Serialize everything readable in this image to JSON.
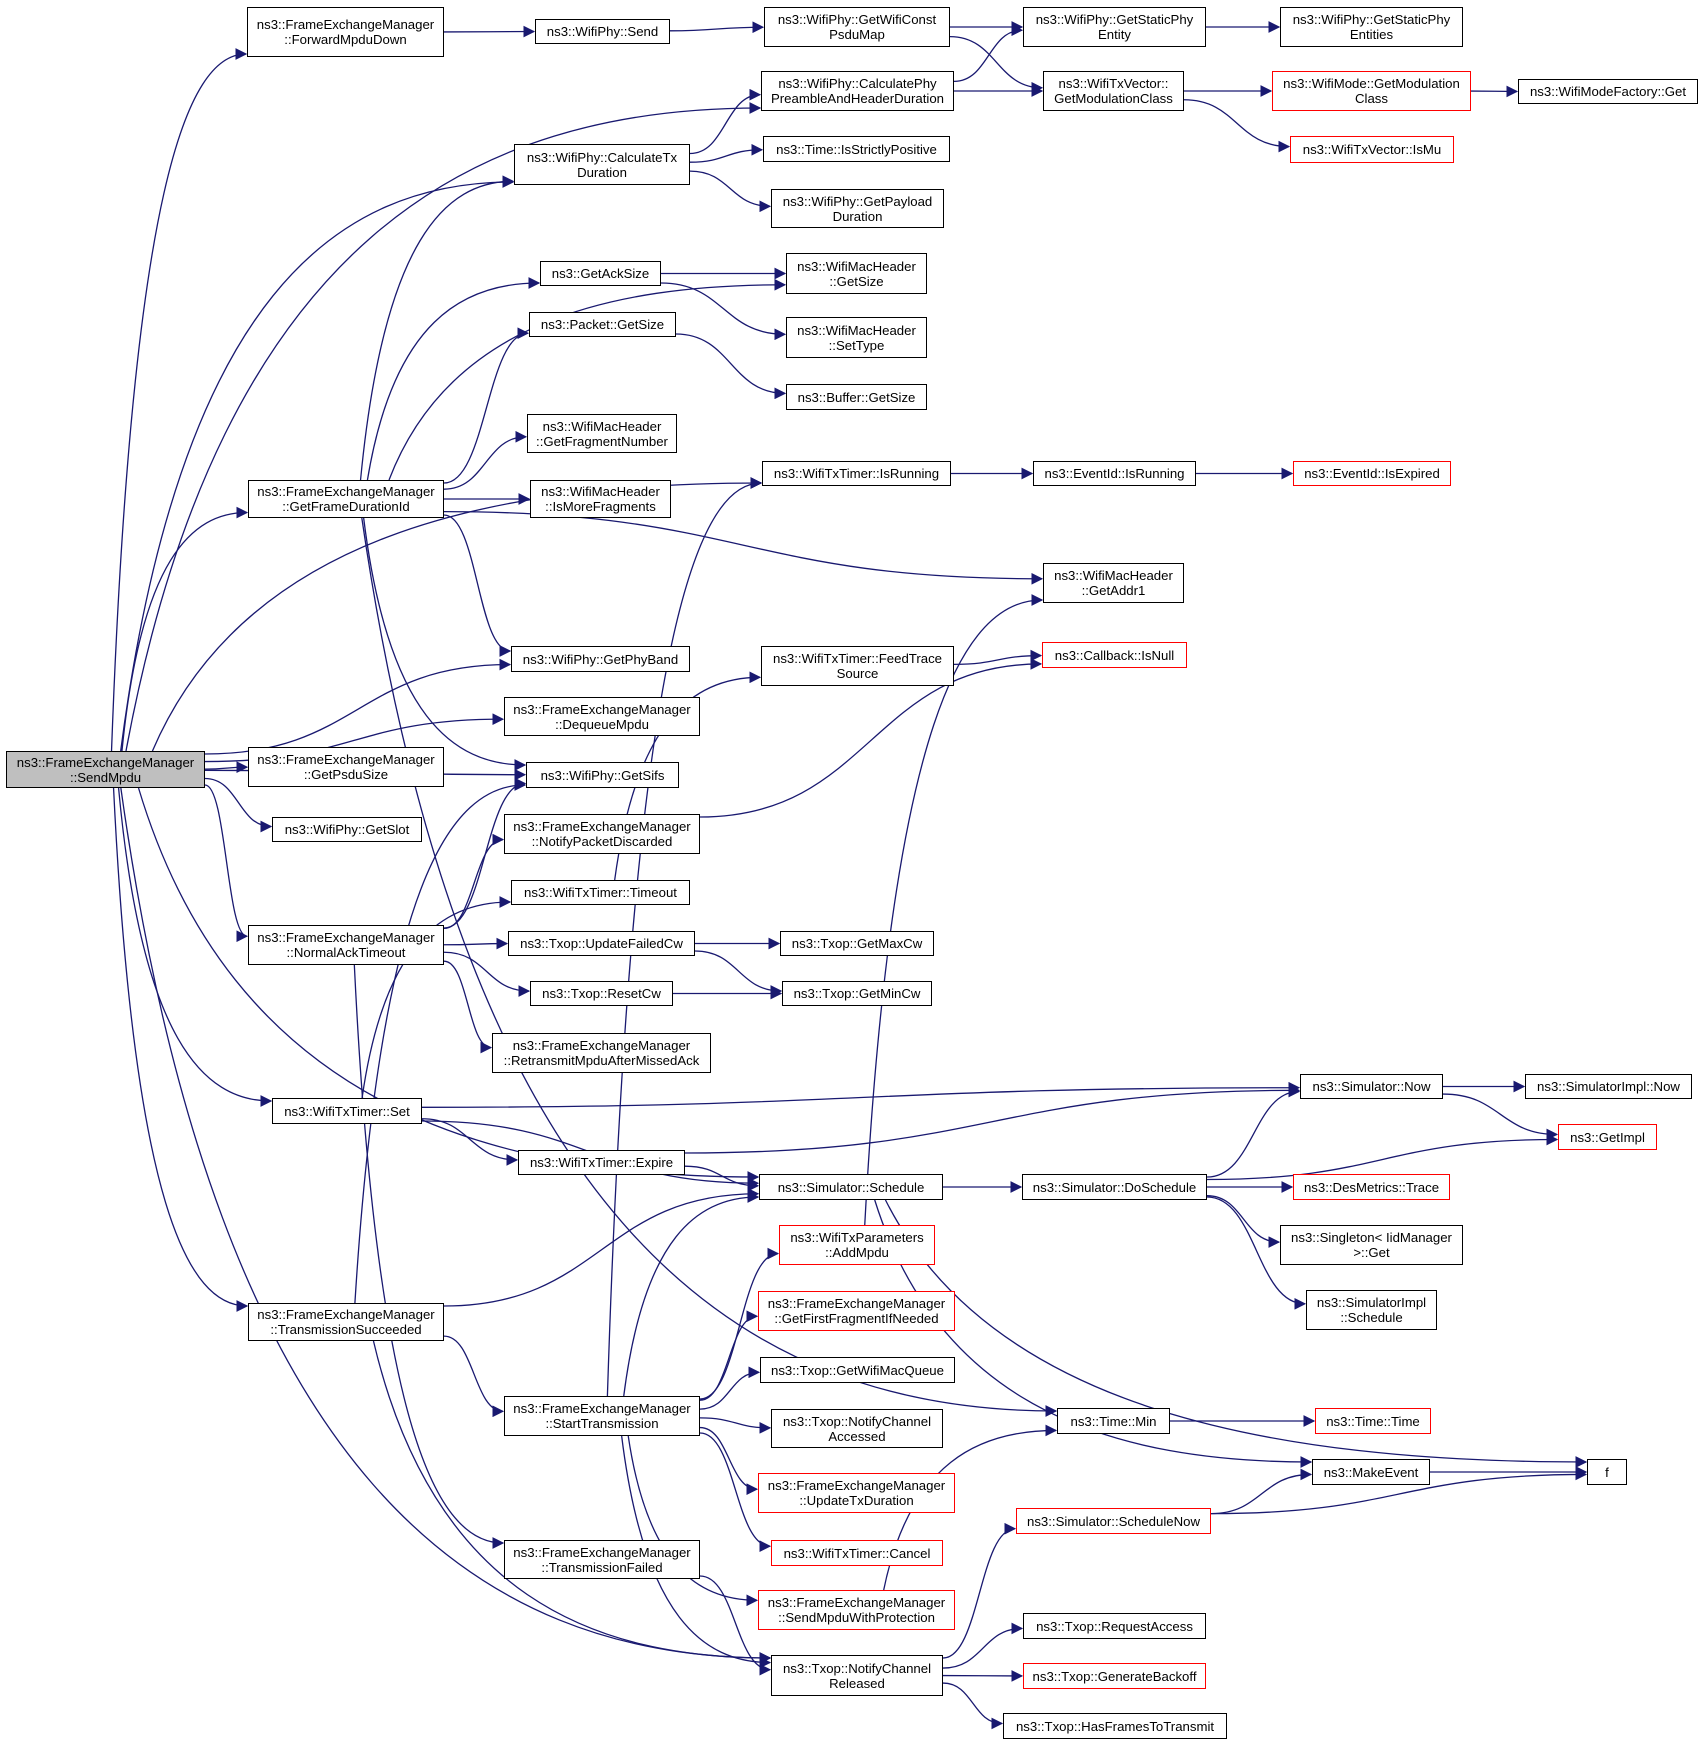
{
  "title": "ns3::FrameExchangeManager::SendMpdu call graph",
  "colors": {
    "edge": "#191970",
    "node_border": "#000000",
    "external_border": "#ff0000",
    "root_fill": "#bfbfbf"
  },
  "nodes": [
    {
      "id": "sendmpdu",
      "label": "ns3::FrameExchangeManager\n::SendMpdu",
      "kind": "root"
    },
    {
      "id": "fwd",
      "label": "ns3::FrameExchangeManager\n::ForwardMpduDown",
      "kind": "normal"
    },
    {
      "id": "send",
      "label": "ns3::WifiPhy::Send",
      "kind": "normal"
    },
    {
      "id": "constpsdu",
      "label": "ns3::WifiPhy::GetWifiConst\nPsduMap",
      "kind": "normal"
    },
    {
      "id": "staticent",
      "label": "ns3::WifiPhy::GetStaticPhy\nEntity",
      "kind": "normal"
    },
    {
      "id": "staticents",
      "label": "ns3::WifiPhy::GetStaticPhy\nEntities",
      "kind": "normal"
    },
    {
      "id": "preamble",
      "label": "ns3::WifiPhy::CalculatePhy\nPreambleAndHeaderDuration",
      "kind": "normal"
    },
    {
      "id": "modclass",
      "label": "ns3::WifiTxVector::\nGetModulationClass",
      "kind": "normal"
    },
    {
      "id": "modeclass",
      "label": "ns3::WifiMode::GetModulation\nClass",
      "kind": "external"
    },
    {
      "id": "modefactory",
      "label": "ns3::WifiModeFactory::Get",
      "kind": "normal"
    },
    {
      "id": "ismu",
      "label": "ns3::WifiTxVector::IsMu",
      "kind": "external"
    },
    {
      "id": "calctx",
      "label": "ns3::WifiPhy::CalculateTx\nDuration",
      "kind": "normal"
    },
    {
      "id": "strictpos",
      "label": "ns3::Time::IsStrictlyPositive",
      "kind": "normal"
    },
    {
      "id": "payload",
      "label": "ns3::WifiPhy::GetPayload\nDuration",
      "kind": "normal"
    },
    {
      "id": "hdrsize",
      "label": "ns3::WifiMacHeader\n::GetSize",
      "kind": "normal"
    },
    {
      "id": "acksize",
      "label": "ns3::GetAckSize",
      "kind": "normal"
    },
    {
      "id": "settype",
      "label": "ns3::WifiMacHeader\n::SetType",
      "kind": "normal"
    },
    {
      "id": "pktsize",
      "label": "ns3::Packet::GetSize",
      "kind": "normal"
    },
    {
      "id": "bufsize",
      "label": "ns3::Buffer::GetSize",
      "kind": "normal"
    },
    {
      "id": "fragnum",
      "label": "ns3::WifiMacHeader\n::GetFragmentNumber",
      "kind": "normal"
    },
    {
      "id": "txrunning",
      "label": "ns3::WifiTxTimer::IsRunning",
      "kind": "normal"
    },
    {
      "id": "evrunning",
      "label": "ns3::EventId::IsRunning",
      "kind": "normal"
    },
    {
      "id": "evexpired",
      "label": "ns3::EventId::IsExpired",
      "kind": "external"
    },
    {
      "id": "durid",
      "label": "ns3::FrameExchangeManager\n::GetFrameDurationId",
      "kind": "normal"
    },
    {
      "id": "morefrag",
      "label": "ns3::WifiMacHeader\n::IsMoreFragments",
      "kind": "normal"
    },
    {
      "id": "addr1",
      "label": "ns3::WifiMacHeader\n::GetAddr1",
      "kind": "normal"
    },
    {
      "id": "phyband",
      "label": "ns3::WifiPhy::GetPhyBand",
      "kind": "normal"
    },
    {
      "id": "feedtrace",
      "label": "ns3::WifiTxTimer::FeedTrace\nSource",
      "kind": "normal"
    },
    {
      "id": "isnull",
      "label": "ns3::Callback::IsNull",
      "kind": "external"
    },
    {
      "id": "dequeue",
      "label": "ns3::FrameExchangeManager\n::DequeueMpdu",
      "kind": "normal"
    },
    {
      "id": "psdusize",
      "label": "ns3::FrameExchangeManager\n::GetPsduSize",
      "kind": "normal"
    },
    {
      "id": "sifs",
      "label": "ns3::WifiPhy::GetSifs",
      "kind": "normal"
    },
    {
      "id": "slot",
      "label": "ns3::WifiPhy::GetSlot",
      "kind": "normal"
    },
    {
      "id": "discarded",
      "label": "ns3::FrameExchangeManager\n::NotifyPacketDiscarded",
      "kind": "normal"
    },
    {
      "id": "timeout",
      "label": "ns3::WifiTxTimer::Timeout",
      "kind": "normal"
    },
    {
      "id": "acktimeout",
      "label": "ns3::FrameExchangeManager\n::NormalAckTimeout",
      "kind": "normal"
    },
    {
      "id": "updcw",
      "label": "ns3::Txop::UpdateFailedCw",
      "kind": "normal"
    },
    {
      "id": "maxcw",
      "label": "ns3::Txop::GetMaxCw",
      "kind": "normal"
    },
    {
      "id": "resetcw",
      "label": "ns3::Txop::ResetCw",
      "kind": "normal"
    },
    {
      "id": "mincw",
      "label": "ns3::Txop::GetMinCw",
      "kind": "normal"
    },
    {
      "id": "retrans",
      "label": "ns3::FrameExchangeManager\n::RetransmitMpduAfterMissedAck",
      "kind": "normal"
    },
    {
      "id": "timerset",
      "label": "ns3::WifiTxTimer::Set",
      "kind": "normal"
    },
    {
      "id": "simnow",
      "label": "ns3::Simulator::Now",
      "kind": "normal"
    },
    {
      "id": "implnow",
      "label": "ns3::SimulatorImpl::Now",
      "kind": "normal"
    },
    {
      "id": "getimpl",
      "label": "ns3::GetImpl",
      "kind": "external"
    },
    {
      "id": "expire",
      "label": "ns3::WifiTxTimer::Expire",
      "kind": "normal"
    },
    {
      "id": "schedule",
      "label": "ns3::Simulator::Schedule",
      "kind": "normal"
    },
    {
      "id": "dosched",
      "label": "ns3::Simulator::DoSchedule",
      "kind": "normal"
    },
    {
      "id": "trace",
      "label": "ns3::DesMetrics::Trace",
      "kind": "external"
    },
    {
      "id": "singleton",
      "label": "ns3::Singleton< IidManager\n>::Get",
      "kind": "normal"
    },
    {
      "id": "implsched",
      "label": "ns3::SimulatorImpl\n::Schedule",
      "kind": "normal"
    },
    {
      "id": "addmpdu",
      "label": "ns3::WifiTxParameters\n::AddMpdu",
      "kind": "external"
    },
    {
      "id": "txsucc",
      "label": "ns3::FrameExchangeManager\n::TransmissionSucceeded",
      "kind": "normal"
    },
    {
      "id": "firstfrag",
      "label": "ns3::FrameExchangeManager\n::GetFirstFragmentIfNeeded",
      "kind": "external"
    },
    {
      "id": "macqueue",
      "label": "ns3::Txop::GetWifiMacQueue",
      "kind": "normal"
    },
    {
      "id": "starttx",
      "label": "ns3::FrameExchangeManager\n::StartTransmission",
      "kind": "normal"
    },
    {
      "id": "accessed",
      "label": "ns3::Txop::NotifyChannel\nAccessed",
      "kind": "normal"
    },
    {
      "id": "timemin",
      "label": "ns3::Time::Min",
      "kind": "normal"
    },
    {
      "id": "timetime",
      "label": "ns3::Time::Time",
      "kind": "external"
    },
    {
      "id": "updtxdur",
      "label": "ns3::FrameExchangeManager\n::UpdateTxDuration",
      "kind": "external"
    },
    {
      "id": "makeevent",
      "label": "ns3::MakeEvent",
      "kind": "normal"
    },
    {
      "id": "f",
      "label": "f",
      "kind": "normal"
    },
    {
      "id": "schednow",
      "label": "ns3::Simulator::ScheduleNow",
      "kind": "external"
    },
    {
      "id": "cancel",
      "label": "ns3::WifiTxTimer::Cancel",
      "kind": "external"
    },
    {
      "id": "txfailed",
      "label": "ns3::FrameExchangeManager\n::TransmissionFailed",
      "kind": "normal"
    },
    {
      "id": "withprot",
      "label": "ns3::FrameExchangeManager\n::SendMpduWithProtection",
      "kind": "external"
    },
    {
      "id": "reqaccess",
      "label": "ns3::Txop::RequestAccess",
      "kind": "normal"
    },
    {
      "id": "released",
      "label": "ns3::Txop::NotifyChannel\nReleased",
      "kind": "normal"
    },
    {
      "id": "backoff",
      "label": "ns3::Txop::GenerateBackoff",
      "kind": "external"
    },
    {
      "id": "hasframes",
      "label": "ns3::Txop::HasFramesToTransmit",
      "kind": "normal"
    }
  ],
  "edges": [
    [
      "sendmpdu",
      "fwd"
    ],
    [
      "sendmpdu",
      "preamble"
    ],
    [
      "sendmpdu",
      "calctx"
    ],
    [
      "sendmpdu",
      "txrunning"
    ],
    [
      "sendmpdu",
      "durid"
    ],
    [
      "sendmpdu",
      "phyband"
    ],
    [
      "sendmpdu",
      "dequeue"
    ],
    [
      "sendmpdu",
      "psdusize"
    ],
    [
      "sendmpdu",
      "sifs"
    ],
    [
      "sendmpdu",
      "slot"
    ],
    [
      "sendmpdu",
      "acktimeout"
    ],
    [
      "sendmpdu",
      "timerset"
    ],
    [
      "sendmpdu",
      "schedule"
    ],
    [
      "sendmpdu",
      "txsucc"
    ],
    [
      "sendmpdu",
      "released"
    ],
    [
      "fwd",
      "send"
    ],
    [
      "send",
      "constpsdu"
    ],
    [
      "constpsdu",
      "staticent"
    ],
    [
      "constpsdu",
      "modclass"
    ],
    [
      "staticent",
      "staticents"
    ],
    [
      "preamble",
      "staticent"
    ],
    [
      "preamble",
      "modclass"
    ],
    [
      "modclass",
      "modeclass"
    ],
    [
      "modclass",
      "ismu"
    ],
    [
      "modeclass",
      "modefactory"
    ],
    [
      "calctx",
      "preamble"
    ],
    [
      "calctx",
      "strictpos"
    ],
    [
      "calctx",
      "payload"
    ],
    [
      "acksize",
      "hdrsize"
    ],
    [
      "acksize",
      "settype"
    ],
    [
      "pktsize",
      "bufsize"
    ],
    [
      "durid",
      "calctx"
    ],
    [
      "durid",
      "hdrsize"
    ],
    [
      "durid",
      "acksize"
    ],
    [
      "durid",
      "pktsize"
    ],
    [
      "durid",
      "fragnum"
    ],
    [
      "durid",
      "morefrag"
    ],
    [
      "durid",
      "addr1"
    ],
    [
      "durid",
      "phyband"
    ],
    [
      "durid",
      "sifs"
    ],
    [
      "durid",
      "timemin"
    ],
    [
      "txrunning",
      "evrunning"
    ],
    [
      "evrunning",
      "evexpired"
    ],
    [
      "feedtrace",
      "isnull"
    ],
    [
      "discarded",
      "isnull"
    ],
    [
      "timeout",
      "feedtrace"
    ],
    [
      "acktimeout",
      "sifs"
    ],
    [
      "acktimeout",
      "discarded"
    ],
    [
      "acktimeout",
      "updcw"
    ],
    [
      "acktimeout",
      "resetcw"
    ],
    [
      "acktimeout",
      "retrans"
    ],
    [
      "acktimeout",
      "txfailed"
    ],
    [
      "updcw",
      "maxcw"
    ],
    [
      "updcw",
      "mincw"
    ],
    [
      "resetcw",
      "mincw"
    ],
    [
      "timerset",
      "timeout"
    ],
    [
      "timerset",
      "simnow"
    ],
    [
      "timerset",
      "expire"
    ],
    [
      "timerset",
      "schedule"
    ],
    [
      "expire",
      "simnow"
    ],
    [
      "expire",
      "schedule"
    ],
    [
      "simnow",
      "implnow"
    ],
    [
      "simnow",
      "getimpl"
    ],
    [
      "schedule",
      "dosched"
    ],
    [
      "schedule",
      "makeevent"
    ],
    [
      "schedule",
      "f"
    ],
    [
      "dosched",
      "simnow"
    ],
    [
      "dosched",
      "getimpl"
    ],
    [
      "dosched",
      "trace"
    ],
    [
      "dosched",
      "singleton"
    ],
    [
      "dosched",
      "implsched"
    ],
    [
      "txsucc",
      "sifs"
    ],
    [
      "txsucc",
      "schedule"
    ],
    [
      "txsucc",
      "starttx"
    ],
    [
      "txsucc",
      "released"
    ],
    [
      "starttx",
      "txrunning"
    ],
    [
      "starttx",
      "schedule"
    ],
    [
      "starttx",
      "addmpdu"
    ],
    [
      "starttx",
      "firstfrag"
    ],
    [
      "starttx",
      "macqueue"
    ],
    [
      "starttx",
      "accessed"
    ],
    [
      "starttx",
      "updtxdur"
    ],
    [
      "starttx",
      "cancel"
    ],
    [
      "starttx",
      "withprot"
    ],
    [
      "starttx",
      "released"
    ],
    [
      "addmpdu",
      "addr1"
    ],
    [
      "timemin",
      "timetime"
    ],
    [
      "makeevent",
      "f"
    ],
    [
      "schednow",
      "makeevent"
    ],
    [
      "schednow",
      "f"
    ],
    [
      "txfailed",
      "released"
    ],
    [
      "withprot",
      "timemin"
    ],
    [
      "released",
      "schednow"
    ],
    [
      "released",
      "reqaccess"
    ],
    [
      "released",
      "backoff"
    ],
    [
      "released",
      "hasframes"
    ]
  ]
}
